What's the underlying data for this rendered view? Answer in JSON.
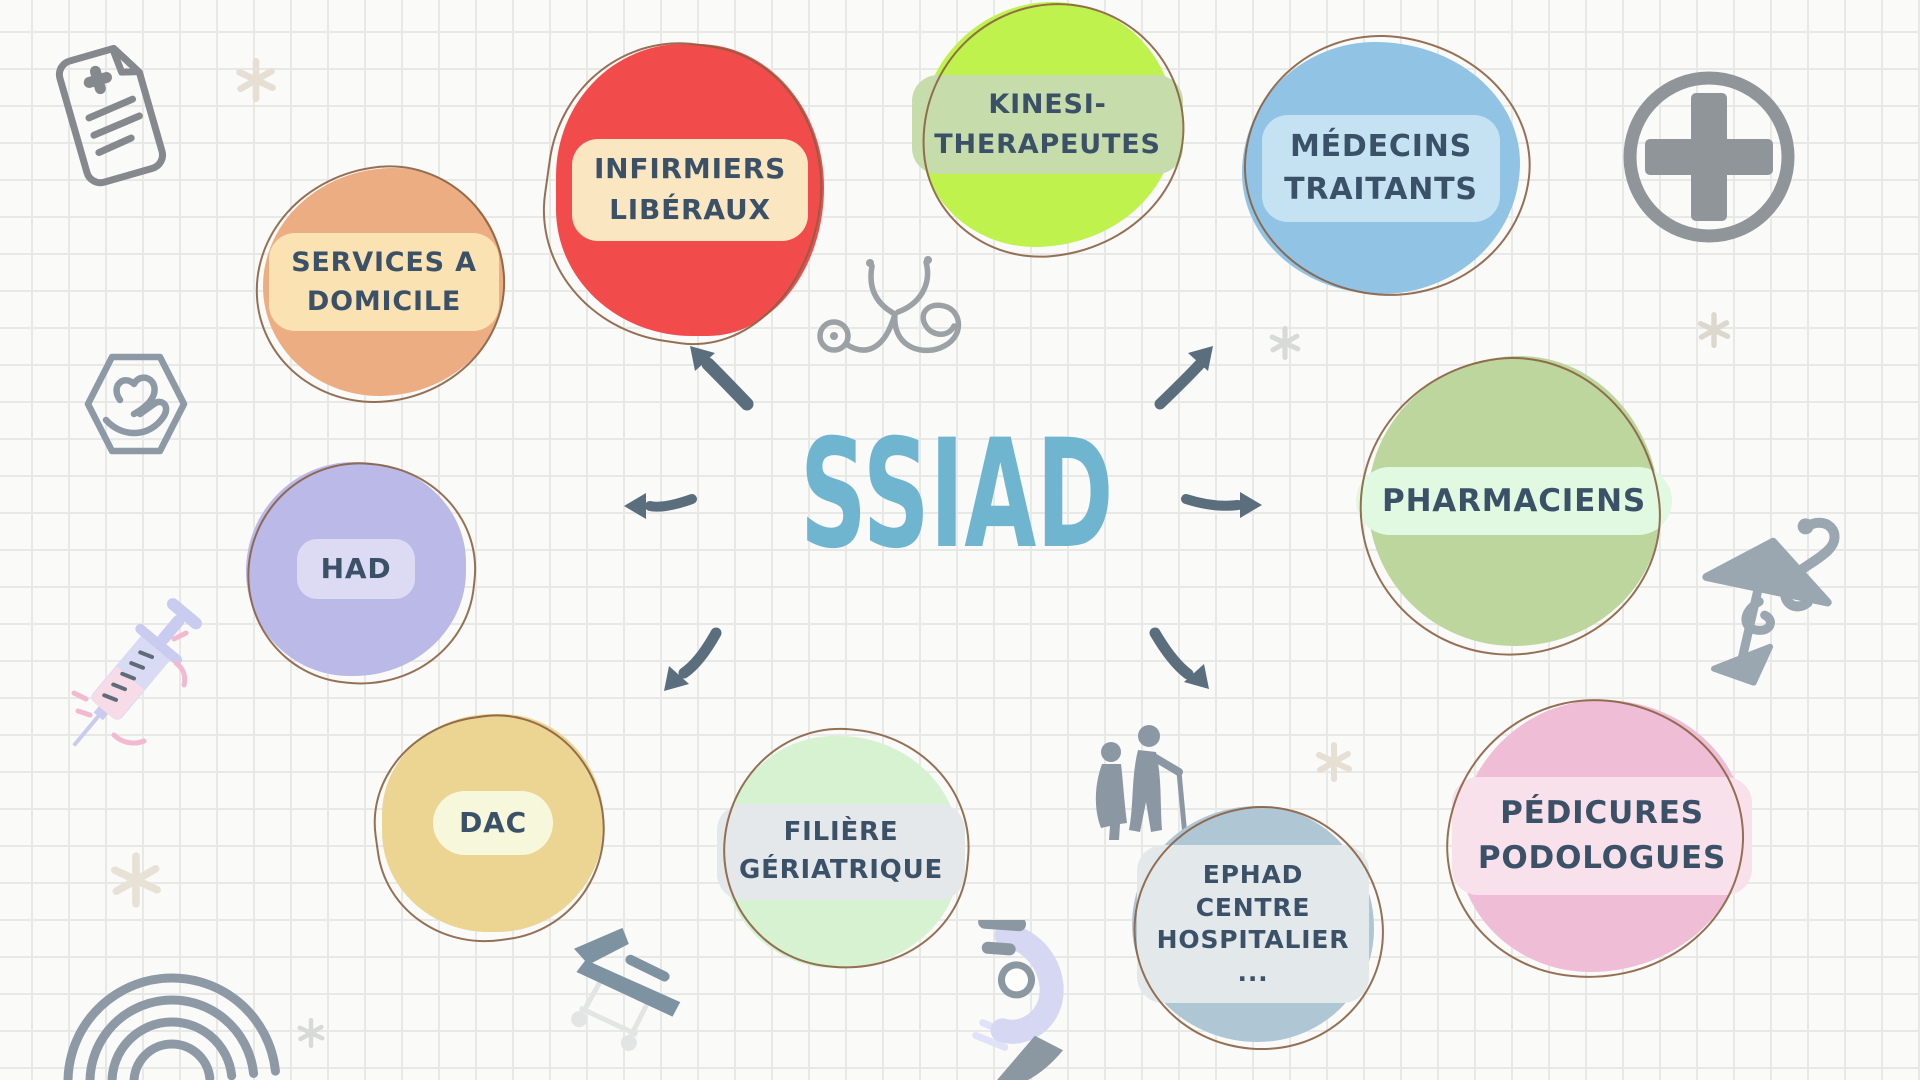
{
  "title": {
    "text": "SSIAD"
  },
  "nodes": [
    {
      "id": "services-a-domicile",
      "lines": [
        "SERVICES A",
        "DOMICILE"
      ],
      "blob_color": "#EDAD82",
      "label_color": "#FBE2B3"
    },
    {
      "id": "infirmiers-liberaux",
      "lines": [
        "INFIRMIERS",
        "LIBÉRAUX"
      ],
      "blob_color": "#F24B4C",
      "label_color": "#FAE6C1"
    },
    {
      "id": "kinesi-therapeutes",
      "lines": [
        "KINESI-",
        "THERAPEUTES"
      ],
      "blob_color": "#BFF24D",
      "label_color": "#C7DCAB"
    },
    {
      "id": "medecins-traitants",
      "lines": [
        "MÉDECINS",
        "TRAITANTS"
      ],
      "blob_color": "#90C3E4",
      "label_color": "#C5E2F3"
    },
    {
      "id": "pharmaciens",
      "lines": [
        "PHARMACIENS"
      ],
      "blob_color": "#BCD69D",
      "label_color": "#E1F8E1"
    },
    {
      "id": "had",
      "lines": [
        "HAD"
      ],
      "blob_color": "#BBB9E7",
      "label_color": "#DDDBF3"
    },
    {
      "id": "dac",
      "lines": [
        "DAC"
      ],
      "blob_color": "#ECD492",
      "label_color": "#F7F7DC"
    },
    {
      "id": "filiere-geriatrique",
      "lines": [
        "FILIÈRE",
        "GÉRIATRIQUE"
      ],
      "blob_color": "#D7F2D1",
      "label_color": "#E5E8EA"
    },
    {
      "id": "ephad-centre-hospitalier",
      "lines": [
        "EPHAD",
        "CENTRE",
        "HOSPITALIER",
        "..."
      ],
      "blob_color": "#AFC7D5",
      "label_color": "#E3E9EB"
    },
    {
      "id": "pedicures-podologues",
      "lines": [
        "PÉDICURES",
        "PODOLOGUES"
      ],
      "blob_color": "#EFBDD5",
      "label_color": "#F8E1EB"
    }
  ],
  "palette": {
    "background": "#FAFAF8",
    "grid_line": "#E8E9E6",
    "text": "#3A5168",
    "ring": "#8A6142",
    "arrow": "#5B6E7E",
    "title": "#6FB5D0"
  },
  "icons": [
    "medical-document-icon",
    "sparkle-icon",
    "heart-in-hand-icon",
    "syringe-icon",
    "rainbow-icon",
    "stretcher-icon",
    "stethoscope-icon",
    "microscope-icon",
    "elderly-couple-icon",
    "medical-cross-icon",
    "caduceus-icon"
  ]
}
